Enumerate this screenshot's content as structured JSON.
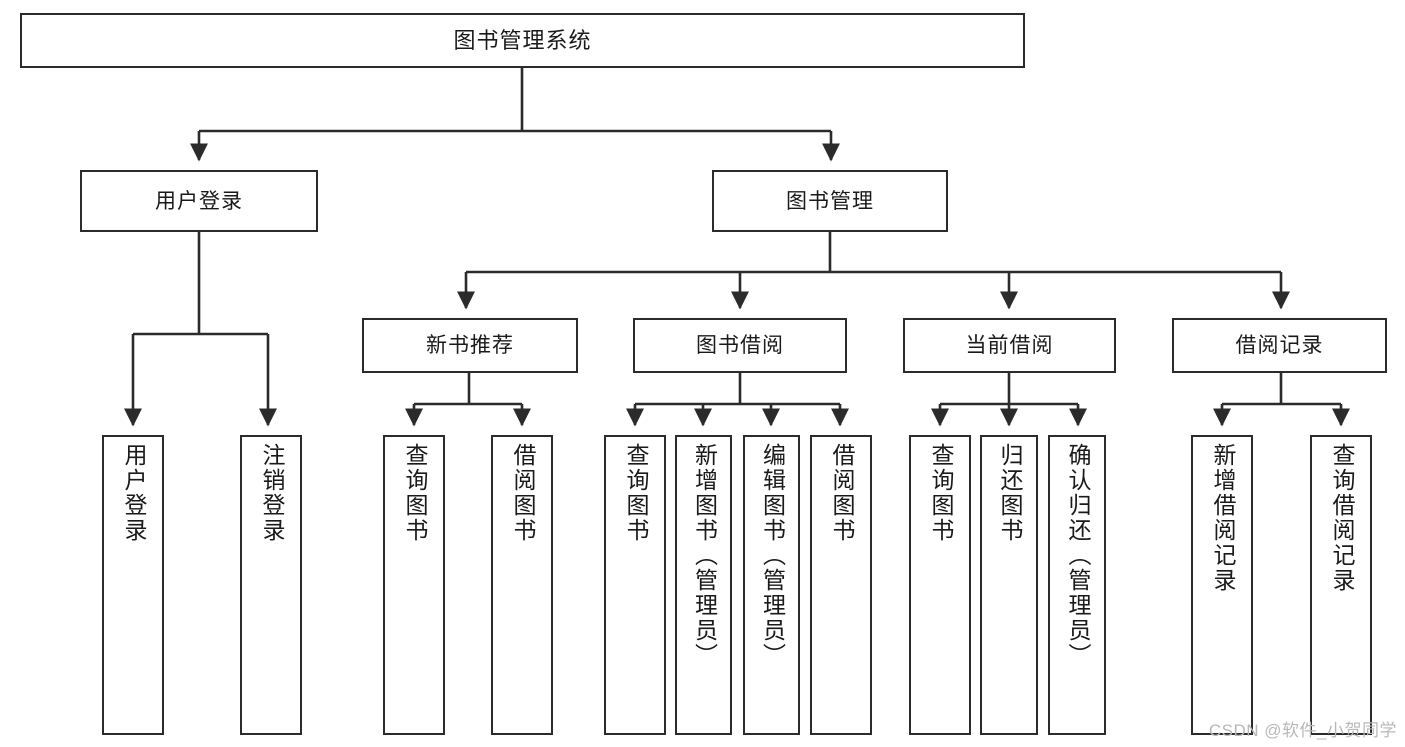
{
  "diagram": {
    "type": "hierarchy-tree",
    "title": "图书管理系统",
    "watermark": "CSDN @软件_小贺同学",
    "colors": {
      "stroke": "#2b2b2b",
      "fill": "#ffffff",
      "text": "#1a1a1a",
      "watermark": "#b8b8b8"
    },
    "levels": {
      "root": {
        "label": "图书管理系统"
      },
      "level2": [
        {
          "label": "用户登录"
        },
        {
          "label": "图书管理"
        }
      ],
      "level3": [
        {
          "label": "新书推荐"
        },
        {
          "label": "图书借阅"
        },
        {
          "label": "当前借阅"
        },
        {
          "label": "借阅记录"
        }
      ],
      "leaves": [
        {
          "label": "用户登录",
          "parent": "用户登录"
        },
        {
          "label": "注销登录",
          "parent": "用户登录"
        },
        {
          "label": "查询图书",
          "parent": "新书推荐"
        },
        {
          "label": "借阅图书",
          "parent": "新书推荐"
        },
        {
          "label": "查询图书",
          "parent": "图书借阅"
        },
        {
          "label": "新增图书（管理员）",
          "parent": "图书借阅"
        },
        {
          "label": "编辑图书（管理员）",
          "parent": "图书借阅"
        },
        {
          "label": "借阅图书",
          "parent": "图书借阅"
        },
        {
          "label": "查询图书",
          "parent": "当前借阅"
        },
        {
          "label": "归还图书",
          "parent": "当前借阅"
        },
        {
          "label": "确认归还（管理员）",
          "parent": "当前借阅"
        },
        {
          "label": "新增借阅记录",
          "parent": "借阅记录"
        },
        {
          "label": "查询借阅记录",
          "parent": "借阅记录"
        }
      ]
    }
  }
}
